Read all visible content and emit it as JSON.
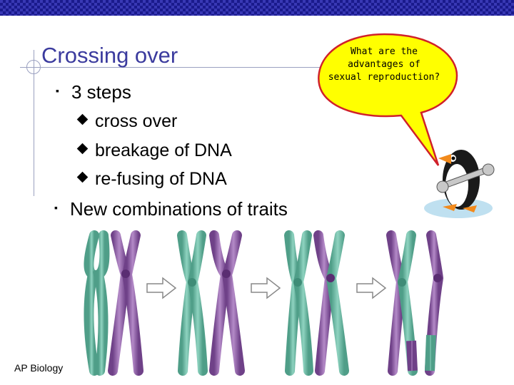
{
  "slide": {
    "title": "Crossing over",
    "bullet_1": "3 steps",
    "sub_bullets": [
      "cross over",
      "breakage of DNA",
      "re-fusing of DNA"
    ],
    "bullet_2": "New combinations of traits",
    "speech_bubble": [
      "What are the",
      "advantages of",
      "sexual reproduction?"
    ],
    "footer": "AP Biology"
  },
  "colors": {
    "top_bar": "#1a1a8c",
    "title": "#3b3b9e",
    "bubble_fill": "#ffff00",
    "bubble_stroke": "#d0202a",
    "chromatid_green": "#6bb8a2",
    "chromatid_purple": "#8e5fa6"
  },
  "icons": [
    "crosshair-icon",
    "square-bullet-icon",
    "diamond-bullet-icon",
    "penguin-icon",
    "wrench-icon",
    "arrow-icon"
  ]
}
